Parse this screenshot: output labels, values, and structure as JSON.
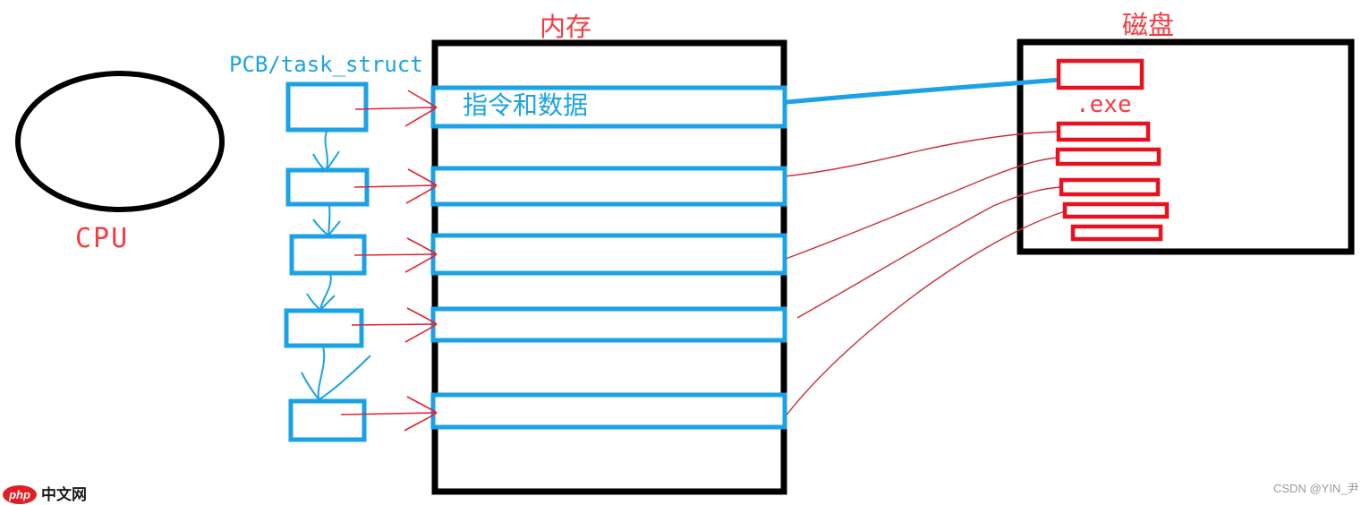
{
  "diagram": {
    "cpu": {
      "label": "CPU"
    },
    "pcb_list": {
      "label": "PCB/task_struct",
      "node_count": 5
    },
    "memory": {
      "title": "内存",
      "rows": [
        {
          "label": "指令和数据"
        },
        {
          "label": ""
        },
        {
          "label": ""
        },
        {
          "label": ""
        },
        {
          "label": ""
        }
      ]
    },
    "disk": {
      "title": "磁盘",
      "file_extension_label": ".exe",
      "block_count": 6
    }
  },
  "watermarks": {
    "site_logo_text": "php",
    "site_name": "中文网",
    "csdn_credit": "CSDN @YIN_尹"
  },
  "colors": {
    "accent-blue": "#1ba2e6",
    "box-red": "#e8121f",
    "label-red": "#f43b41",
    "curve-red": "#c9303a",
    "arrow-red": "#e5202c",
    "ink-black": "#000000",
    "watermark-gray": "#9b9b9b",
    "logo-red": "#e31e24"
  }
}
